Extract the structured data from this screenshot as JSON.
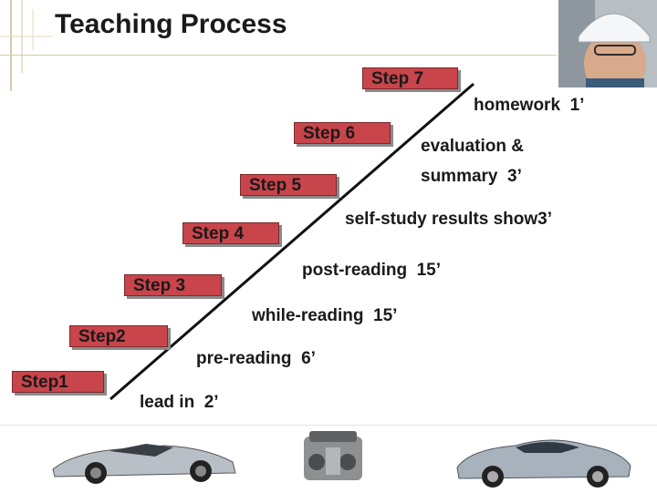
{
  "slide": {
    "title": "Teaching Process"
  },
  "steps": [
    {
      "label": "Step1",
      "activity": "lead in  2’"
    },
    {
      "label": "Step2",
      "activity": "pre-reading  6’"
    },
    {
      "label": "Step 3",
      "activity": "while-reading  15’"
    },
    {
      "label": "Step 4",
      "activity": "post-reading  15’"
    },
    {
      "label": "Step 5",
      "activity": "self-study results show3’"
    },
    {
      "label": "Step 6",
      "activity": "evaluation &\nsummary  3’"
    },
    {
      "label": "Step 7",
      "activity": "homework  1’"
    }
  ],
  "colors": {
    "step_fill": "#c8454b",
    "step_shadow": "#8a8a8a",
    "accent_line": "#d9c9a8"
  },
  "images": {
    "top_right": "worker-photo",
    "footer_left": "sports-car-photo",
    "footer_center": "engine-photo",
    "footer_right": "classic-car-photo"
  }
}
